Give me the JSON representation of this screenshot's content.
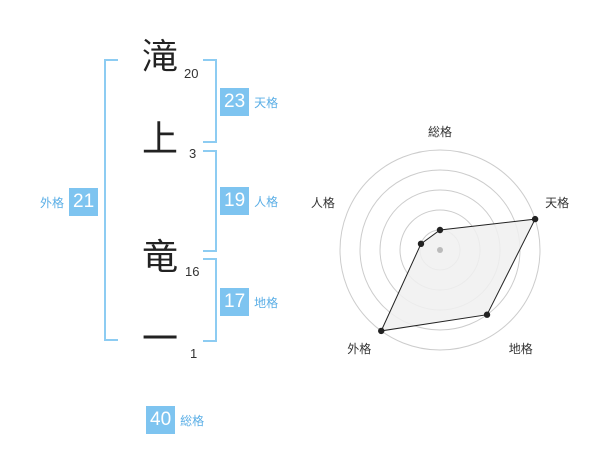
{
  "name_chars": [
    {
      "char": "滝",
      "strokes": "20"
    },
    {
      "char": "上",
      "strokes": "3"
    },
    {
      "char": "竜",
      "strokes": "16"
    },
    {
      "char": "一",
      "strokes": "1"
    }
  ],
  "kaku": {
    "tenkaku": {
      "value": "23",
      "label": "天格"
    },
    "jinkaku": {
      "value": "19",
      "label": "人格"
    },
    "chikaku": {
      "value": "17",
      "label": "地格"
    },
    "gaikaku": {
      "value": "21",
      "label": "外格"
    },
    "soukaku": {
      "value": "40",
      "label": "総格"
    }
  },
  "chart_data": {
    "type": "radar",
    "axes": [
      "総格",
      "天格",
      "地格",
      "外格",
      "人格"
    ],
    "values": [
      1,
      5,
      4,
      5,
      1
    ],
    "range": [
      0,
      5
    ],
    "rings": 5,
    "colors": {
      "fill": "#f0f0f0",
      "line": "#222222",
      "grid": "#cccccc"
    }
  }
}
